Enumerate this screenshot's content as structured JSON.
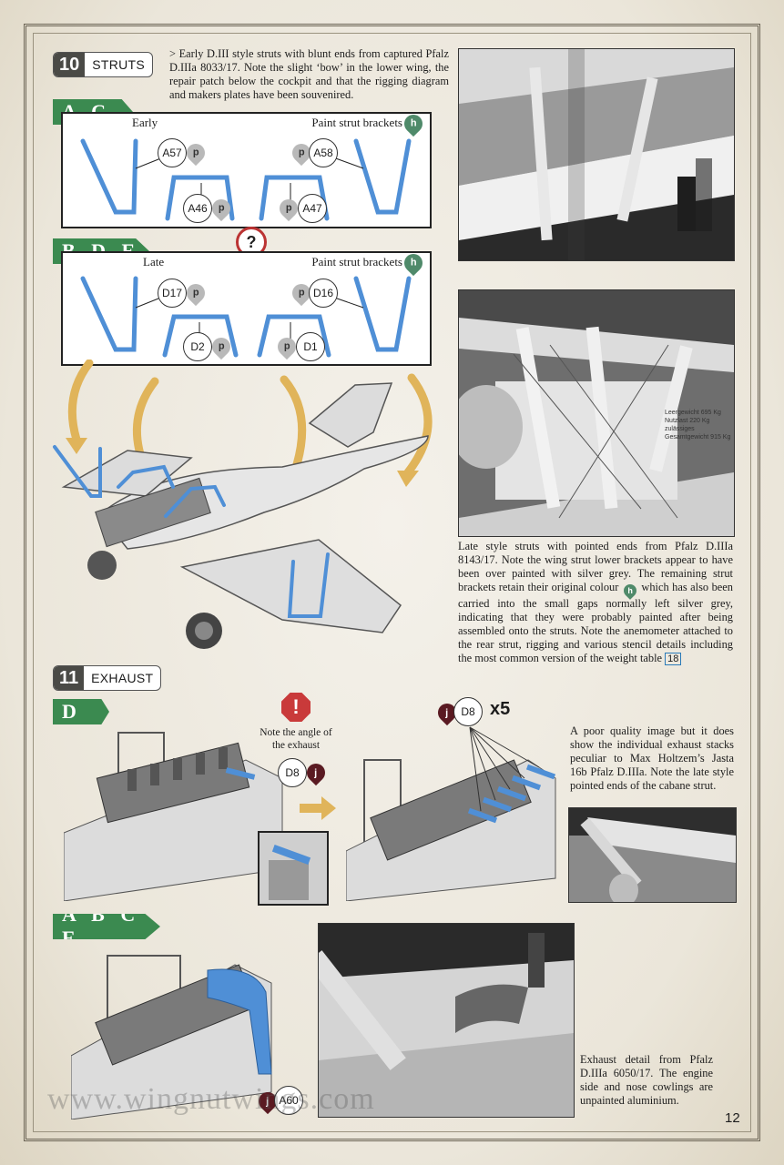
{
  "page_number": "12",
  "watermark": "www.wingnutwings.com",
  "step10": {
    "number": "10",
    "title": "STRUTS",
    "intro": "> Early D.III style struts with blunt ends from captured Pfalz D.IIIa 8033/17. Note the slight ‘bow’ in the lower wing, the repair patch below the cockpit and that the rigging diagram and makers plates have been souvenired.",
    "variant_ac": {
      "tag": "A C",
      "left_label": "Early",
      "right_label": "Paint strut brackets",
      "paint_code": "h",
      "parts": [
        {
          "part": "A57",
          "paint": "p"
        },
        {
          "part": "A46",
          "paint": "p"
        },
        {
          "part": "A47",
          "paint": "p"
        },
        {
          "part": "A58",
          "paint": "p"
        }
      ]
    },
    "variant_bde": {
      "tag": "B D E",
      "left_label": "Late",
      "right_label": "Paint strut brackets",
      "paint_code": "h",
      "parts": [
        {
          "part": "D17",
          "paint": "p"
        },
        {
          "part": "D2",
          "paint": "p"
        },
        {
          "part": "D1",
          "paint": "p"
        },
        {
          "part": "D16",
          "paint": "p"
        }
      ]
    },
    "question_icon": "?",
    "photo2_caption_parts": [
      "Late style struts with pointed ends from Pfalz D.IIIa 8143/17. Note the wing strut lower brackets appear to have been over painted with silver grey. The remaining strut brackets retain their original colour ",
      "h",
      " which has also been carried into the small gaps normally left silver grey, indicating that they were probably painted after being assembled onto the struts. Note the anemometer attached to the rear strut, rigging and various stencil details including the most common version of the weight table ",
      "18"
    ],
    "photo2_stencil_lines": [
      "Leergewicht 695 Kg",
      "Nutzlast 220 Kg",
      "zulässiges Gesamtgewicht 915 Kg"
    ]
  },
  "step11": {
    "number": "11",
    "title": "EXHAUST",
    "variant_d": {
      "tag": "D",
      "warning_icon": "!",
      "warning_text": "Note the angle of the exhaust",
      "part": "D8",
      "paint": "j",
      "multiplier": "x5"
    },
    "photo3_caption": "A poor quality image but it does show the individual exhaust stacks peculiar to Max Holtzem’s Jasta 16b Pfalz D.IIIa. Note the late style pointed ends of the cabane strut.",
    "variant_abce": {
      "tag": "A B C E",
      "part": "A60",
      "paint": "j"
    },
    "photo4_caption": "Exhaust detail from Pfalz D.IIIa 6050/17. The engine side and nose cowlings are unpainted aluminium."
  },
  "colors": {
    "variant_green": "#3b8a50",
    "part_blue": "#4f8fd6",
    "paint_green": "#4f8a6a",
    "paint_maroon": "#5a1a22",
    "arrow_gold": "#e0b45a",
    "warning_red": "#c93a3a"
  }
}
